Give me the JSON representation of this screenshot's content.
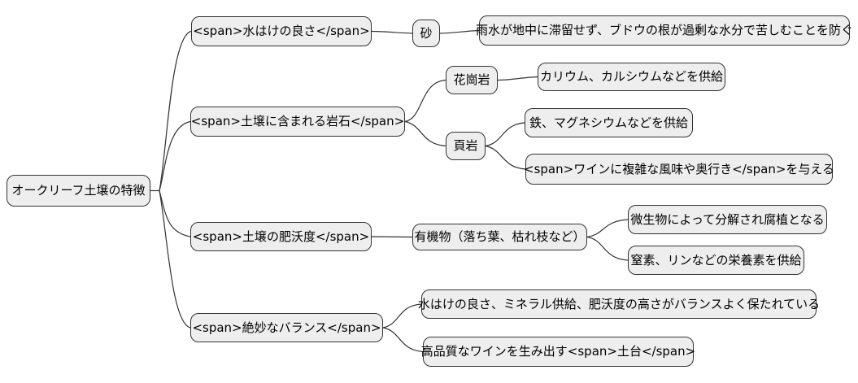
{
  "diagram": {
    "type": "mindmap",
    "background": "#ffffff",
    "style": {
      "node_fill": "#eeeeee",
      "node_border": "#333333",
      "edge_color": "#333333",
      "text_color": "#000000"
    },
    "root": {
      "id": "root",
      "label": "オークリーフ土壌の特徴"
    },
    "nodes": {
      "drainage": {
        "label": "<span>水はけの良さ</span>"
      },
      "sand": {
        "label": "砂"
      },
      "rain": {
        "label": "雨水が地中に滞留せず、ブドウの根が過剰な水分で苦しむことを防ぐ"
      },
      "rocks": {
        "label": "<span>土壌に含まれる岩石</span>"
      },
      "granite": {
        "label": "花崗岩"
      },
      "potassium": {
        "label": "カリウム、カルシウムなどを供給"
      },
      "shale": {
        "label": "頁岩"
      },
      "iron": {
        "label": "鉄、マグネシウムなどを供給"
      },
      "wine_flavor": {
        "label": "<span>ワインに複雑な風味や奥行き</span>を与える"
      },
      "fertility": {
        "label": "<span>土壌の肥沃度</span>"
      },
      "organic": {
        "label": "有機物（落ち葉、枯れ枝など）"
      },
      "microbes": {
        "label": "微生物によって分解され腐植となる"
      },
      "nitrogen": {
        "label": "窒素、リンなどの栄養素を供給"
      },
      "balance": {
        "label": "<span>絶妙なバランス</span>"
      },
      "balanced_state": {
        "label": "水はけの良さ、ミネラル供給、肥沃度の高さがバランスよく保たれている"
      },
      "foundation": {
        "label": "高品質なワインを生み出す<span>土台</span>"
      }
    },
    "edges": [
      {
        "from": "root",
        "to": "drainage"
      },
      {
        "from": "root",
        "to": "rocks"
      },
      {
        "from": "root",
        "to": "fertility"
      },
      {
        "from": "root",
        "to": "balance"
      },
      {
        "from": "drainage",
        "to": "sand"
      },
      {
        "from": "sand",
        "to": "rain"
      },
      {
        "from": "rocks",
        "to": "granite"
      },
      {
        "from": "rocks",
        "to": "shale"
      },
      {
        "from": "granite",
        "to": "potassium"
      },
      {
        "from": "shale",
        "to": "iron"
      },
      {
        "from": "shale",
        "to": "wine_flavor"
      },
      {
        "from": "fertility",
        "to": "organic"
      },
      {
        "from": "organic",
        "to": "microbes"
      },
      {
        "from": "organic",
        "to": "nitrogen"
      },
      {
        "from": "balance",
        "to": "balanced_state"
      },
      {
        "from": "balance",
        "to": "foundation"
      }
    ]
  }
}
